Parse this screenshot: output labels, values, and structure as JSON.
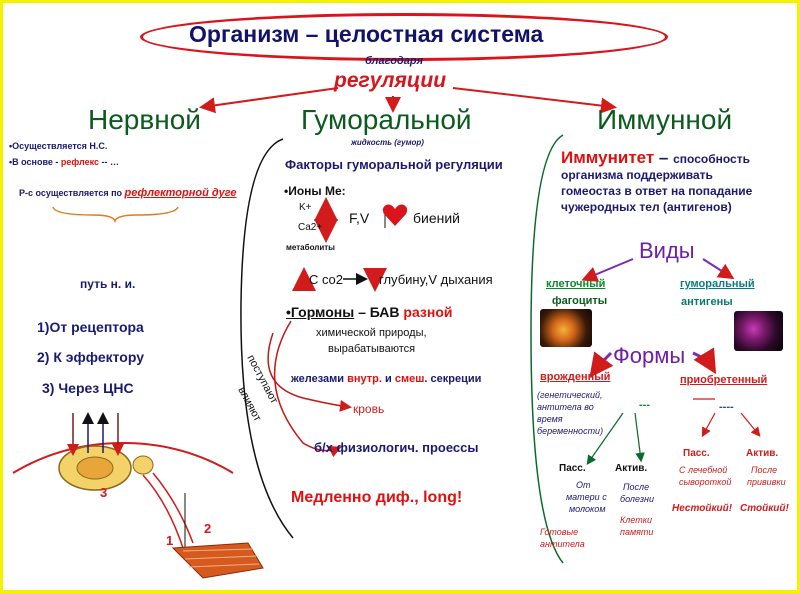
{
  "title": "Организм – целостная система",
  "subtitle_small": "благодаря",
  "subtitle_main": "регуляции",
  "branches": {
    "nervous": "Нервной",
    "humoral": "Гуморальной",
    "immune": "Иммунной"
  },
  "nervous": {
    "bullet1": "•Осуществляется  Н.С.",
    "bullet2_prefix": "•В основе - ",
    "bullet2_red": "рефлекс",
    "bullet2_suffix": " -- …",
    "reflex_arc_prefix": "Р-с осуществляется по ",
    "reflex_arc_red": "рефлекторной дуге",
    "path_title": "путь н. и.",
    "steps": [
      "1)От рецептора",
      "2) К эффектору",
      "3) Через ЦНС"
    ],
    "diagram_labels": [
      "3",
      "2",
      "1"
    ]
  },
  "humoral": {
    "fluid_note": "жидкость (гумор)",
    "factors_title": "Факторы гуморальной регуляции",
    "ions_title": "•Ионы Ме:",
    "ion_k": "K+",
    "ion_ca": "Ca2+",
    "ion_effect": "F,V",
    "heart_effect": "биений",
    "metabolites": "метаболиты",
    "co2_label": "С co2",
    "breath_effect": "глубину,V дыхания",
    "hormones_label": "•Гормоны",
    "hormones_mid": " – БАВ ",
    "hormones_red": "разной",
    "hormones_line2": "химической природы,",
    "hormones_line3": "вырабатываются",
    "glands_prefix": "железами ",
    "glands_inner": "внутр.",
    "glands_and": " и ",
    "glands_mixed": "смеш",
    "glands_suffix": ". секреции",
    "enter_label": "поступают",
    "affect_label": "влияют",
    "blood": "кровь",
    "bio_processes": "б/х физиологич. проессы",
    "slow_note": "Медленно диф., long!"
  },
  "immune": {
    "immunity_word": "Иммунитет",
    "immunity_dash": " – ",
    "immunity_def_1": "способность",
    "immunity_def_2": "организма поддерживать",
    "immunity_def_3": "гомеостаз в ответ на попадание",
    "immunity_def_4": "чужеродных тел (антигенов)",
    "types_title": "Виды",
    "cellular": "клеточный",
    "phagocytes": "фагоциты",
    "humoral_type": "гуморальный",
    "antigens": "антигены",
    "forms_title": "Формы",
    "innate": "врожденный",
    "innate_note": [
      "(генетический,",
      "антитела во",
      "время",
      "беременности)"
    ],
    "innate_dash": "---",
    "acquired": "приобретенный",
    "acquired_dash": "----",
    "passive_1": "Пасс.",
    "active_1": "Актив.",
    "passive_1_note": [
      "От",
      "матери с",
      "молоком"
    ],
    "active_1_note": [
      "После",
      "болезни"
    ],
    "passive_1_result": [
      "Готовые",
      "антитела"
    ],
    "active_1_result": [
      "Клетки",
      "памяти"
    ],
    "passive_2": "Пасс.",
    "active_2": "Актив.",
    "passive_2_note": [
      "С лечебной",
      "сывороткой"
    ],
    "active_2_note": [
      "После",
      "прививки"
    ],
    "unstable": "Нестойкий!",
    "stable": "Стойкий!"
  },
  "colors": {
    "frame": "#f5f200",
    "title_oval": "#d9141c",
    "green_heading": "#0b5a1e",
    "navy_text": "#1a1a70",
    "red_text": "#e01010",
    "purple": "#6d1fa8"
  }
}
